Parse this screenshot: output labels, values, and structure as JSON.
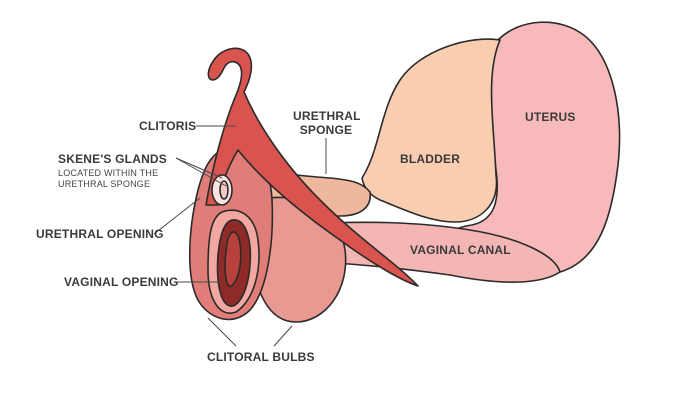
{
  "labels": {
    "clitoris": "CLITORIS",
    "urethral_sponge_line1": "URETHRAL",
    "urethral_sponge_line2": "SPONGE",
    "bladder": "BLADDER",
    "uterus": "UTERUS",
    "skenes_glands": "SKENE'S GLANDS",
    "skenes_note_line1": "LOCATED WITHIN THE",
    "skenes_note_line2": "URETHRAL SPONGE",
    "urethral_opening": "URETHRAL OPENING",
    "vaginal_canal": "VAGINAL CANAL",
    "vaginal_opening": "VAGINAL OPENING",
    "clitoral_bulbs": "CLITORAL BULBS"
  },
  "colors": {
    "outline": "#2b2b2b",
    "uterus": "#f7b9b9",
    "bladder": "#f8cdb0",
    "vaginal_canal": "#f4b6b4",
    "sponge": "#efb79c",
    "clitoris": "#d9534f",
    "bulbs": "#e89a92",
    "labia": "#e07d78",
    "vaginal_opening": "#8e2b28"
  }
}
